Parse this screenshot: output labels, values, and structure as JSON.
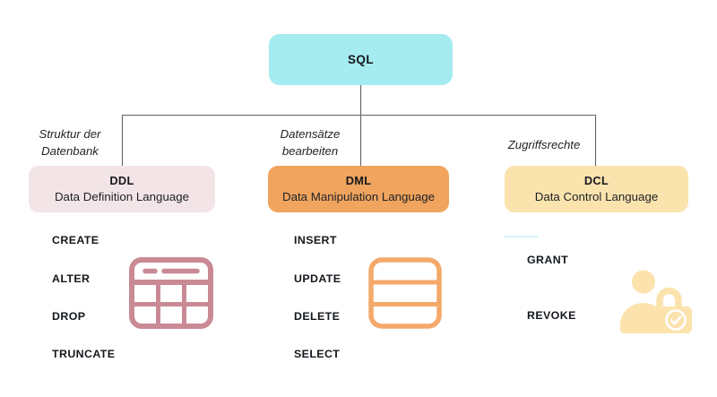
{
  "diagram": {
    "title": "SQL",
    "root": {
      "label": "SQL",
      "color": "#a5ecf0"
    },
    "branches": [
      {
        "id": "ddl",
        "caption": "Struktur der Datenbank",
        "abbr": "DDL",
        "full_name": "Data Definition Language",
        "box_color": "#f3e5e7",
        "icon_color": "#c98a96",
        "icon": "table-grid-icon",
        "commands": [
          "CREATE",
          "ALTER",
          "DROP",
          "TRUNCATE"
        ]
      },
      {
        "id": "dml",
        "caption": "Datensätze bearbeiten",
        "abbr": "DML",
        "full_name": "Data Manipulation Language",
        "box_color": "#f0a45e",
        "icon_color": "#f4a96a",
        "icon": "table-rows-icon",
        "commands": [
          "INSERT",
          "UPDATE",
          "DELETE",
          "SELECT"
        ]
      },
      {
        "id": "dcl",
        "caption": "Zugriffsrechte",
        "abbr": "DCL",
        "full_name": "Data Control Language",
        "box_color": "#fbe3ae",
        "icon_color": "#fce3ad",
        "icon": "user-unlocked-padlock-icon",
        "commands": [
          "GRANT",
          "REVOKE"
        ]
      }
    ]
  }
}
